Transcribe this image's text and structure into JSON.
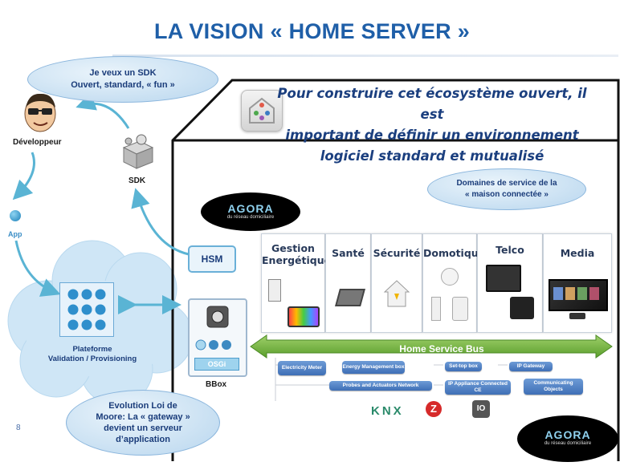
{
  "title": "LA VISION « HOME SERVER »",
  "page_number": "8",
  "house_text": [
    "Pour construire cet écosystème ouvert, il est",
    "important de définir un environnement",
    "logiciel standard et mutualisé"
  ],
  "sdk_bubble": [
    "Je veux un SDK",
    "Ouvert, standard, « fun »"
  ],
  "developer_label": "Développeur",
  "sdk_label": "SDK",
  "app_label": "App",
  "platform_label": [
    "Plateforme",
    "Validation /  Provisioning"
  ],
  "hsm_label": "HSM",
  "osgi_label": "OSGi",
  "bbox_label": "BBox",
  "domains_bubble": [
    "Domaines de service de la",
    "« maison connectée »"
  ],
  "evolution_bubble": [
    "Evolution Loi de",
    "Moore: La « gateway »",
    "devient un serveur",
    "d’application"
  ],
  "agora": {
    "name": "AGORA",
    "tagline": "du réseau domiciliaire"
  },
  "domains": [
    {
      "label": "Gestion Energétique"
    },
    {
      "label": "Santé"
    },
    {
      "label": "Sécurité"
    },
    {
      "label": "Domotique"
    },
    {
      "label": "Telco"
    },
    {
      "label": "Media"
    }
  ],
  "bus_label": "Home Service Bus",
  "bus_items": [
    "Electricity Meter",
    "Energy Management box",
    "Set-top box",
    "IP Gateway",
    "Probes and Actuators Network",
    "IP Appliance Connected CE",
    "Communicating Objects"
  ],
  "protocols": [
    "KNX",
    "Z",
    "IO"
  ],
  "colors": {
    "title": "#1f5fa8",
    "bus": "#74b640",
    "bubble": "#b8d6ee",
    "accent": "#5ab4d4"
  }
}
